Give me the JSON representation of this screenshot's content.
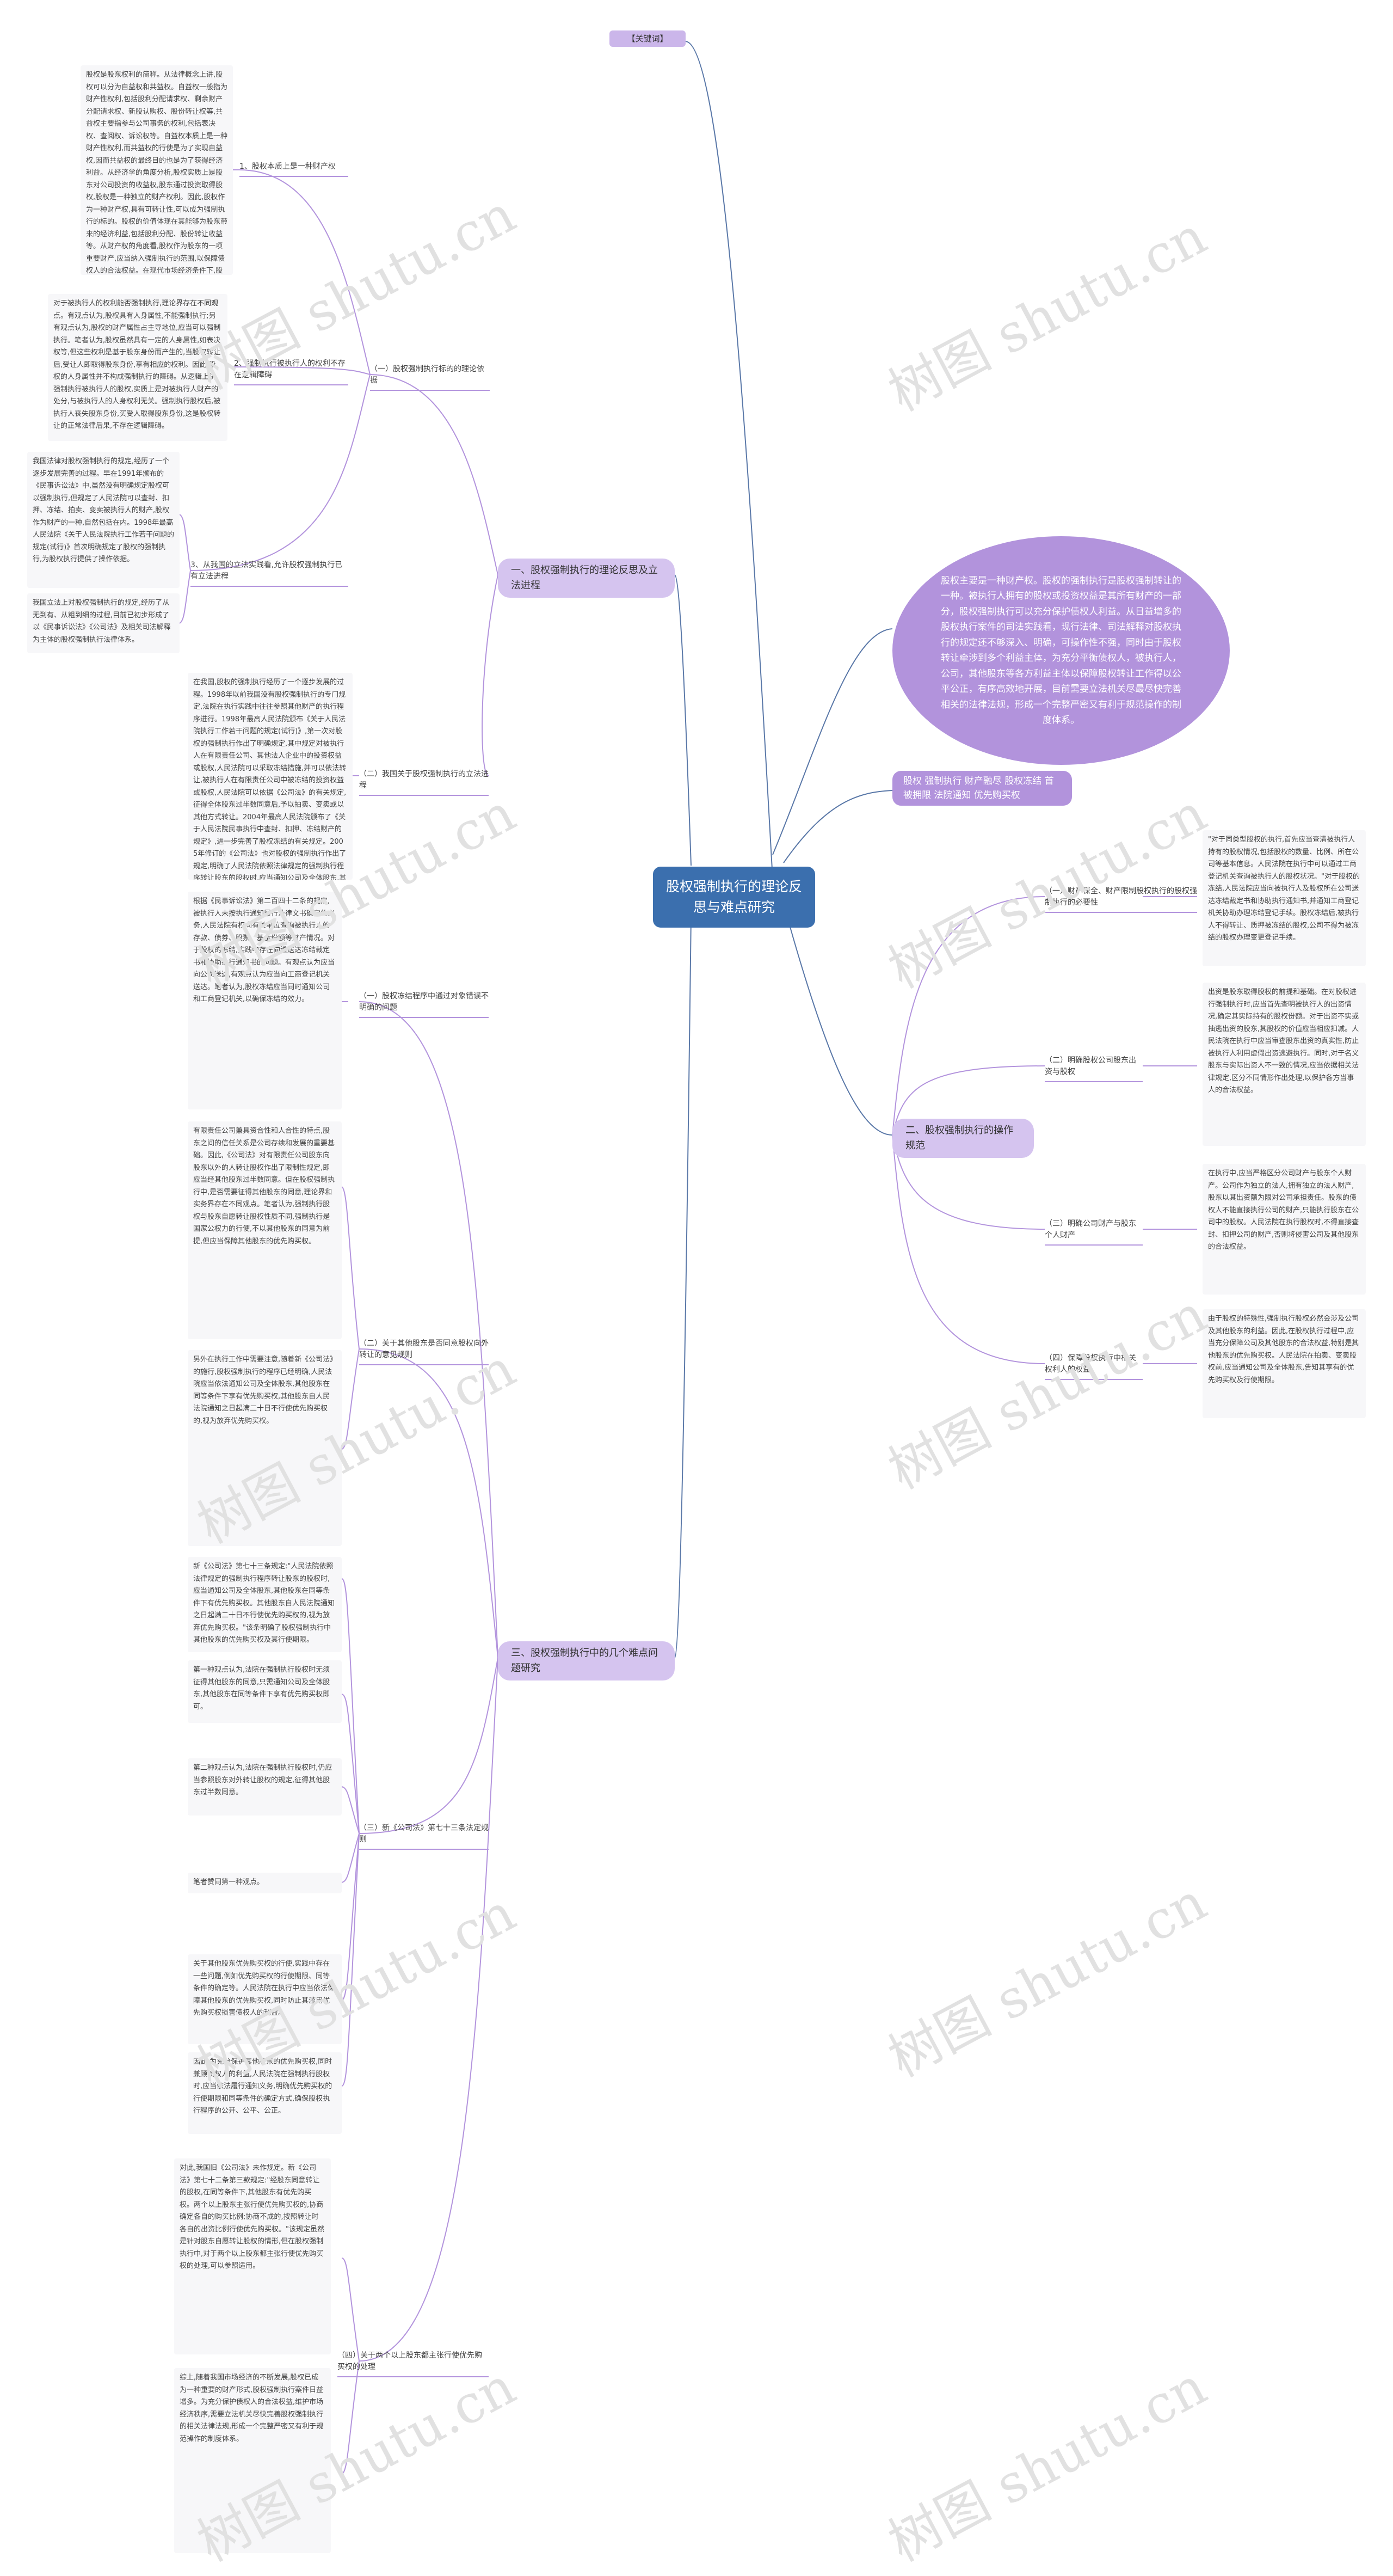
{
  "root": {
    "title": "股权强制执行的理论反思与难点研究"
  },
  "keywords_tag": "【关键词】",
  "summary": "股权主要是一种财产权。股权的强制执行是股权强制转让的一种。被执行人拥有的股权或投资权益是其所有财产的一部分，股权强制执行可以充分保护债权人利益。从日益增多的股权执行案件的司法实践看，现行法律、司法解释对股权执行的规定还不够深入、明确，可操作性不强，同时由于股权转让牵涉到多个利益主体，为充分平衡债权人，被执行人，公司，其他股东等各方利益主体以保障股权转让工作得以公平公正，有序高效地开展，目前需要立法机关尽最尽快完善相关的法律法规，形成一个完整严密又有利于规范操作的制度体系。",
  "keywords": "股权  强制执行  财产融尽  股权冻结  首被拥限  法院通知  优先购买权",
  "watermark_text": "树图 shutu.cn",
  "section1": {
    "title": "一、股权强制执行的理论反思及立法进程",
    "sub1": {
      "title": "（一）股权强制执行标的的理论依据",
      "item1": {
        "title": "1、股权本质上是一种财产权",
        "text": "股权是股东权利的简称。从法律概念上讲,股权可以分为自益权和共益权。自益权一般指为财产性权利,包括股利分配请求权、剩余财产分配请求权、新股认购权、股份转让权等,共益权主要指参与公司事务的权利,包括表决权、查阅权、诉讼权等。自益权本质上是一种财产性权利,而共益权的行使是为了实现自益权,因而共益权的最终目的也是为了获得经济利益。从经济学的角度分析,股权实质上是股东对公司投资的收益权,股东通过投资取得股权,股权是一种独立的财产权利。因此,股权作为一种财产权,具有可转让性,可以成为强制执行的标的。股权的价值体现在其能够为股东带来的经济利益,包括股利分配、股份转让收益等。从财产权的角度看,股权作为股东的一项重要财产,应当纳入强制执行的范围,以保障债权人的合法权益。在现代市场经济条件下,股权已成为一种重要的财产形式,其价值和流通性日益增强,将股权纳入强制执行的范围,既是保护债权人利益的需要,也是维护市场经济秩序的需要。"
      },
      "item2": {
        "title": "2、强制执行被执行人的权利不存在逻辑障碍",
        "text": "对于被执行人的权利能否强制执行,理论界存在不同观点。有观点认为,股权具有人身属性,不能强制执行;另有观点认为,股权的财产属性占主导地位,应当可以强制执行。笔者认为,股权虽然具有一定的人身属性,如表决权等,但这些权利是基于股东身份而产生的,当股权转让后,受让人即取得股东身份,享有相应的权利。因此,股权的人身属性并不构成强制执行的障碍。从逻辑上讲,强制执行被执行人的股权,实质上是对被执行人财产的处分,与被执行人的人身权利无关。强制执行股权后,被执行人丧失股东身份,买受人取得股东身份,这是股权转让的正常法律后果,不存在逻辑障碍。"
      },
      "item3": {
        "title": "3、从我国的立法实践看,允许股权强制执行已有立法进程",
        "text1": "我国法律对股权强制执行的规定,经历了一个逐步发展完善的过程。早在1991年颁布的《民事诉讼法》中,虽然没有明确规定股权可以强制执行,但规定了人民法院可以查封、扣押、冻结、拍卖、变卖被执行人的财产,股权作为财产的一种,自然包括在内。1998年最高人民法院《关于人民法院执行工作若干问题的规定(试行)》首次明确规定了股权的强制执行,为股权执行提供了操作依据。",
        "text2": "我国立法上对股权强制执行的规定,经历了从无到有、从粗到细的过程,目前已初步形成了以《民事诉讼法》《公司法》及相关司法解释为主体的股权强制执行法律体系。"
      }
    },
    "sub2": {
      "title": "（二）我国关于股权强制执行的立法进程",
      "text": "在我国,股权的强制执行经历了一个逐步发展的过程。1998年以前我国没有股权强制执行的专门规定,法院在执行实践中往往参照其他财产的执行程序进行。1998年最高人民法院颁布《关于人民法院执行工作若干问题的规定(试行)》,第一次对股权的强制执行作出了明确规定,其中规定对被执行人在有限责任公司、其他法人企业中的投资权益或股权,人民法院可以采取冻结措施,并可以依法转让,被执行人在有限责任公司中被冻结的投资权益或股权,人民法院可以依据《公司法》的有关规定,征得全体股东过半数同意后,予以拍卖、变卖或以其他方式转让。2004年最高人民法院颁布了《关于人民法院民事执行中查封、扣押、冻结财产的规定》,进一步完善了股权冻结的有关规定。2005年修订的《公司法》也对股权的强制执行作出了规定,明确了人民法院依照法律规定的强制执行程序转让股东的股权时,应当通知公司及全体股东,其他股东在同等条件下有优先购买权。"
    }
  },
  "section2": {
    "title": "二、股权强制执行的操作规范",
    "sub1": {
      "title": "（一）财产保全、财产限制股权执行的股权强制执行的必要性",
      "text": "\"对于同类型股权的执行,首先应当查清被执行人持有的股权情况,包括股权的数量、比例、所在公司等基本信息。人民法院在执行中可以通过工商登记机关查询被执行人的股权状况。\"对于股权的冻结,人民法院应当向被执行人及股权所在公司送达冻结裁定书和协助执行通知书,并通知工商登记机关协助办理冻结登记手续。股权冻结后,被执行人不得转让、质押被冻结的股权,公司不得为被冻结的股权办理变更登记手续。"
    },
    "sub2": {
      "title": "（二）明确股权公司股东出资与股权",
      "text": "出资是股东取得股权的前提和基础。在对股权进行强制执行时,应当首先查明被执行人的出资情况,确定其实际持有的股权份额。对于出资不实或抽逃出资的股东,其股权的价值应当相应扣减。人民法院在执行中应当审查股东出资的真实性,防止被执行人利用虚假出资逃避执行。同时,对于名义股东与实际出资人不一致的情况,应当依据相关法律规定,区分不同情形作出处理,以保护各方当事人的合法权益。"
    },
    "sub3": {
      "title": "（三）明确公司财产与股东个人财产",
      "text": "在执行中,应当严格区分公司财产与股东个人财产。公司作为独立的法人,拥有独立的法人财产,股东以其出资额为限对公司承担责任。股东的债权人不能直接执行公司的财产,只能执行股东在公司中的股权。人民法院在执行股权时,不得直接查封、扣押公司的财产,否则将侵害公司及其他股东的合法权益。"
    },
    "sub4": {
      "title": "（四）保障股权执行中相关权利人的权益",
      "text": "由于股权的特殊性,强制执行股权必然会涉及公司及其他股东的利益。因此,在股权执行过程中,应当充分保障公司及其他股东的合法权益,特别是其他股东的优先购买权。人民法院在拍卖、变卖股权前,应当通知公司及全体股东,告知其享有的优先购买权及行使期限。"
    }
  },
  "section3": {
    "title": "三、股权强制执行中的几个难点问题研究",
    "sub1": {
      "title": "（一）股权冻结程序中通过对象错误不明确的问题",
      "text": "根据《民事诉讼法》第二百四十二条的规定,被执行人未按执行通知履行法律文书确定的义务,人民法院有权向有关单位查询被执行人的存款、债券、股票、基金份额等财产情况。对于股权的冻结,实践中存在向谁送达冻结裁定书和协助执行通知书的问题。有观点认为应当向公司送达,有观点认为应当向工商登记机关送达。笔者认为,股权冻结应当同时通知公司和工商登记机关,以确保冻结的效力。"
    },
    "sub2": {
      "title": "（二）关于其他股东是否同意股权向外转让的意见规则",
      "text1": "有限责任公司兼具资合性和人合性的特点,股东之间的信任关系是公司存续和发展的重要基础。因此,《公司法》对有限责任公司股东向股东以外的人转让股权作出了限制性规定,即应当经其他股东过半数同意。但在股权强制执行中,是否需要征得其他股东的同意,理论界和实务界存在不同观点。笔者认为,强制执行股权与股东自愿转让股权性质不同,强制执行是国家公权力的行使,不以其他股东的同意为前提,但应当保障其他股东的优先购买权。",
      "text2": "另外在执行工作中需要注意,随着新《公司法》的施行,股权强制执行的程序已经明确,人民法院应当依法通知公司及全体股东,其他股东在同等条件下享有优先购买权,其他股东自人民法院通知之日起满二十日不行使优先购买权的,视为放弃优先购买权。"
    },
    "sub3": {
      "title": "（三）新《公司法》第七十三条法定规则",
      "text1": "新《公司法》第七十三条规定:\"人民法院依照法律规定的强制执行程序转让股东的股权时,应当通知公司及全体股东,其他股东在同等条件下有优先购买权。其他股东自人民法院通知之日起满二十日不行使优先购买权的,视为放弃优先购买权。\"该条明确了股权强制执行中其他股东的优先购买权及其行使期限。",
      "text2": "第一种观点认为,法院在强制执行股权时无须征得其他股东的同意,只需通知公司及全体股东,其他股东在同等条件下享有优先购买权即可。",
      "text3": "第二种观点认为,法院在强制执行股权时,仍应当参照股东对外转让股权的规定,征得其他股东过半数同意。",
      "text4": "笔者赞同第一种观点。",
      "text5": "关于其他股东优先购买权的行使,实践中存在一些问题,例如优先购买权的行使期限、同等条件的确定等。人民法院在执行中应当依法保障其他股东的优先购买权,同时防止其滥用优先购买权损害债权人的利益。",
      "text6": "因此,为充分保护其他股东的优先购买权,同时兼顾债权人的利益,人民法院在强制执行股权时,应当依法履行通知义务,明确优先购买权的行使期限和同等条件的确定方式,确保股权执行程序的公开、公平、公正。"
    },
    "sub4": {
      "title": "（四）关于两个以上股东都主张行使优先购买权的处理",
      "text1": "对此,我国旧《公司法》未作规定。新《公司法》第七十二条第三款规定:\"经股东同意转让的股权,在同等条件下,其他股东有优先购买权。两个以上股东主张行使优先购买权的,协商确定各自的购买比例;协商不成的,按照转让时各自的出资比例行使优先购买权。\"该规定虽然是针对股东自愿转让股权的情形,但在股权强制执行中,对于两个以上股东都主张行使优先购买权的处理,可以参照适用。",
      "text2": "综上,随着我国市场经济的不断发展,股权已成为一种重要的财产形式,股权强制执行案件日益增多。为充分保护债权人的合法权益,维护市场经济秩序,需要立法机关尽快完善股权强制执行的相关法律法规,形成一个完整严密又有利于规范操作的制度体系。"
    }
  }
}
